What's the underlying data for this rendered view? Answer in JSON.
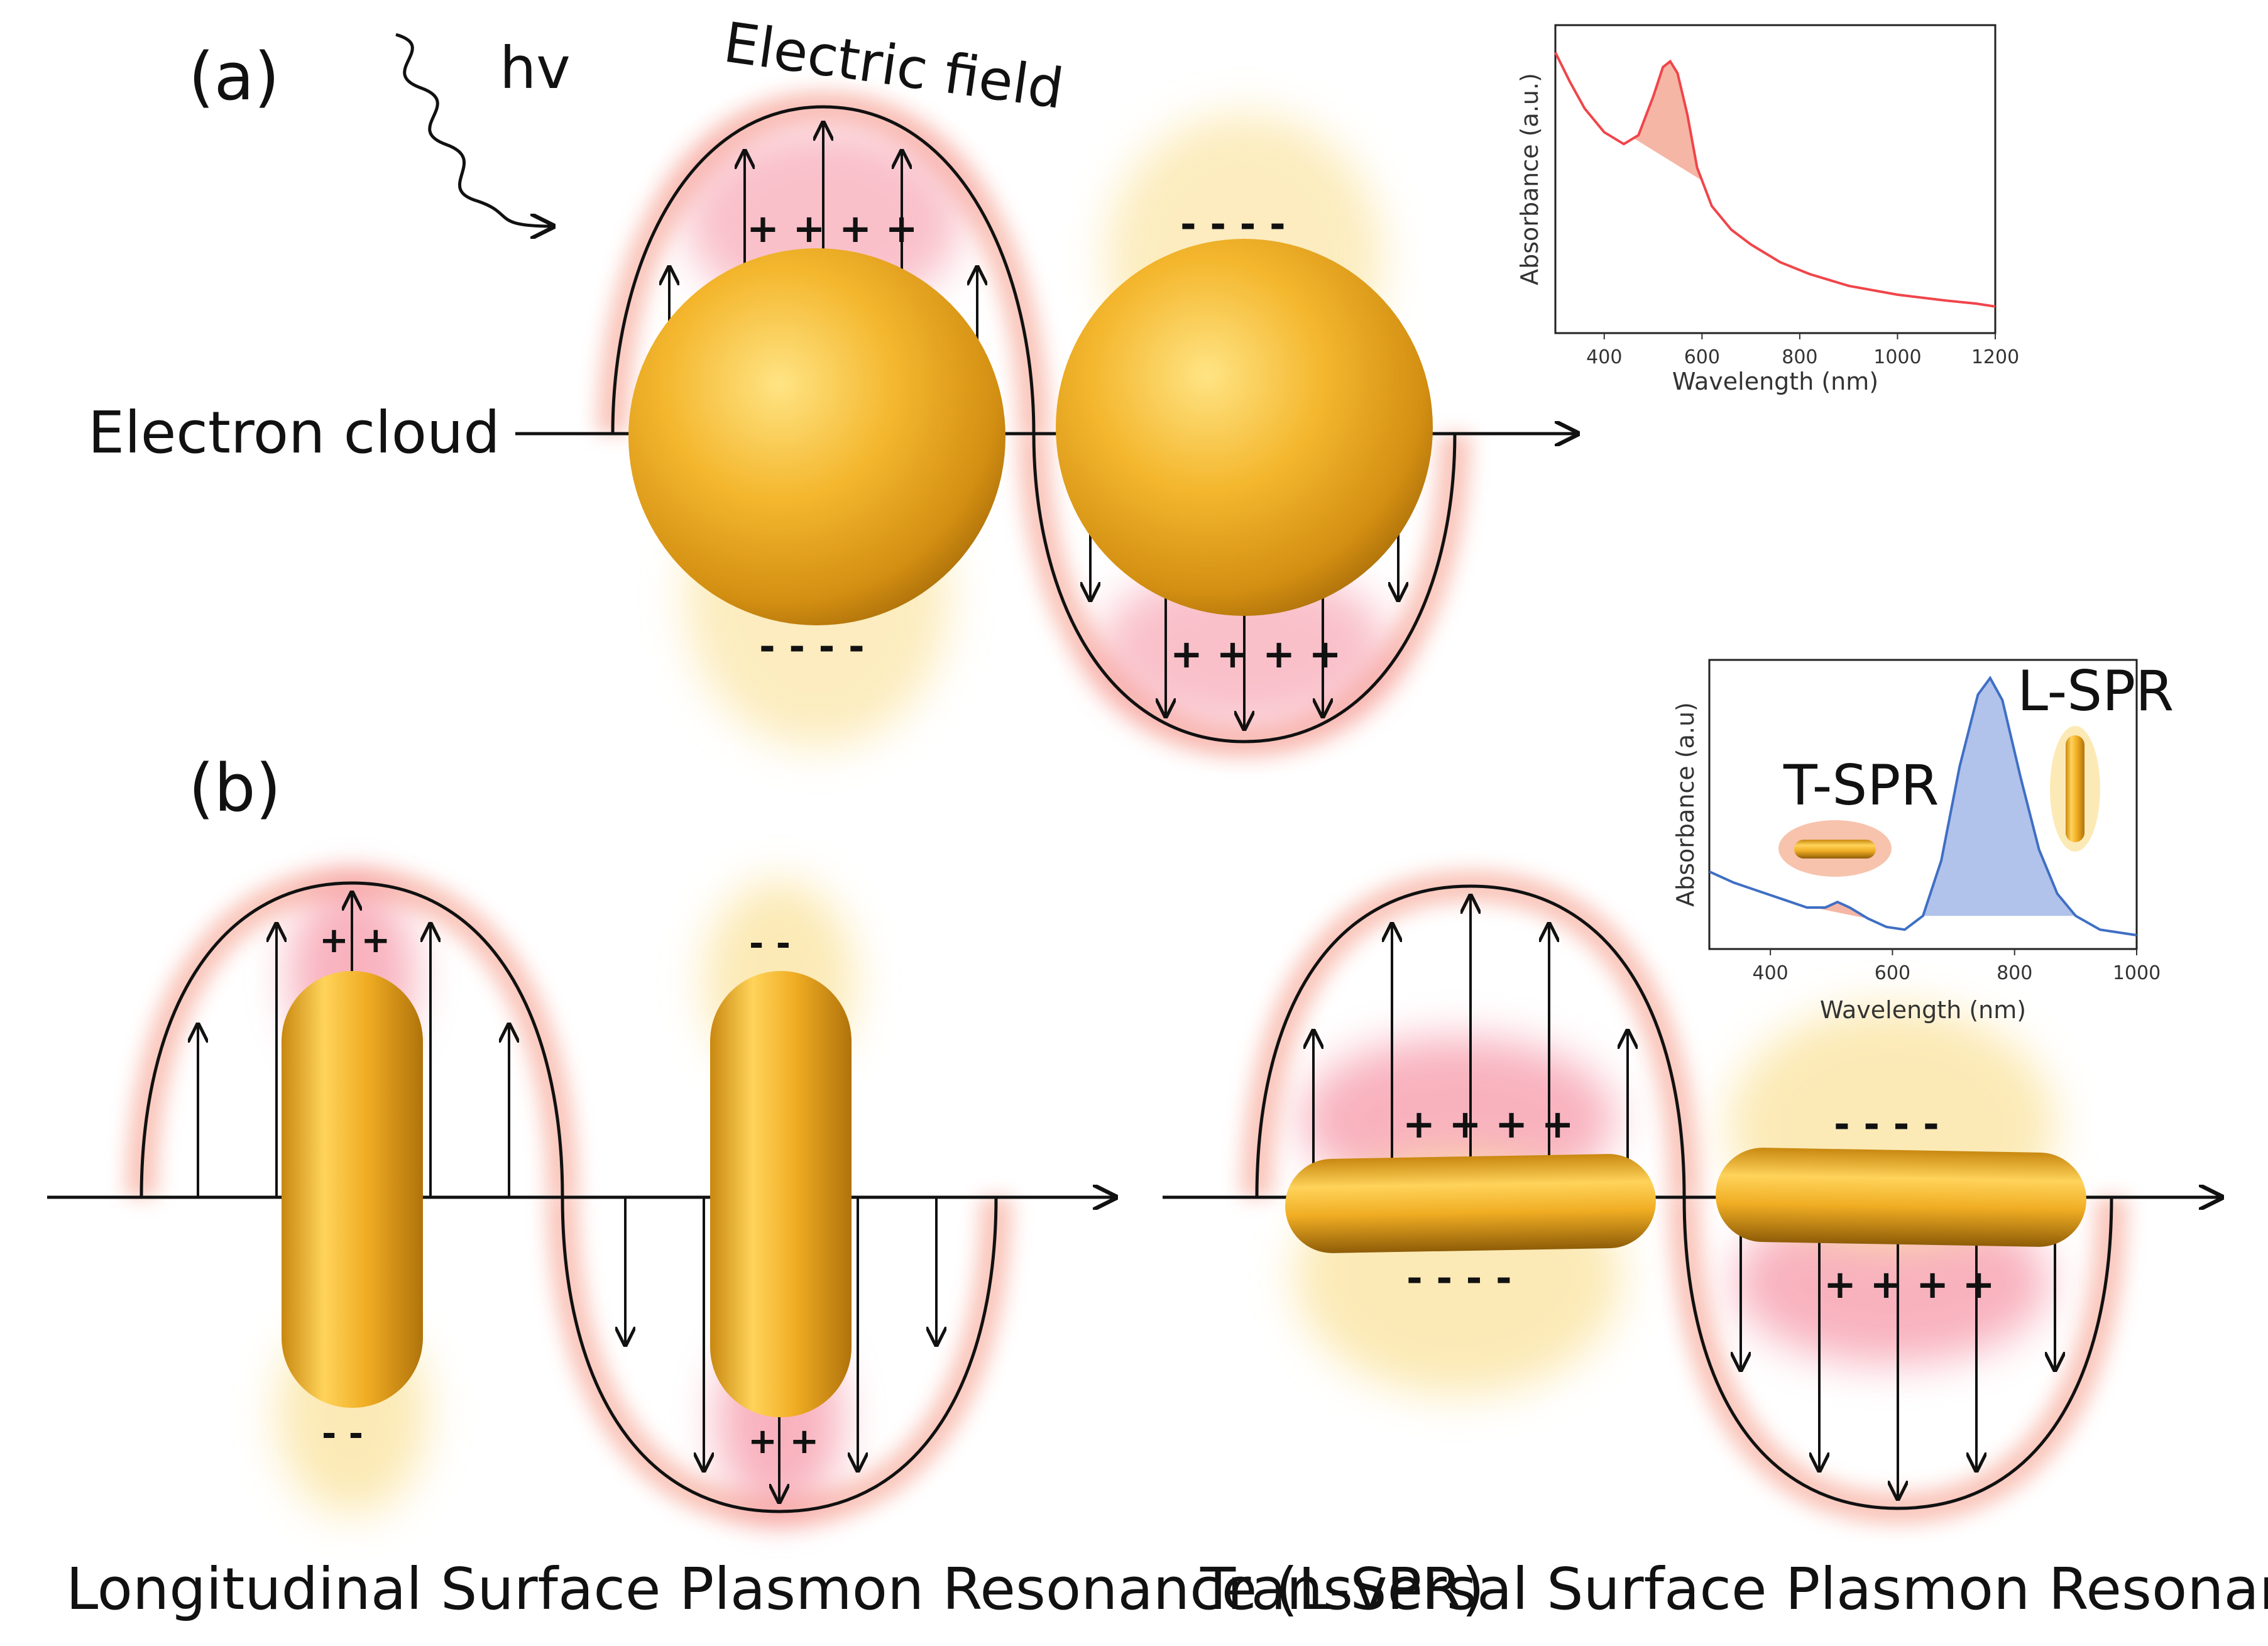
{
  "panel_a": {
    "panel_label": "(a)",
    "photon_label": "hv",
    "electric_field_label": "Electric field",
    "electron_cloud_label": "Electron cloud",
    "plus_charges": "+ + + +",
    "minus_charges": "- - - -"
  },
  "panel_b": {
    "panel_label": "(b)",
    "plus_charges_short": "+ +",
    "minus_charges_short": "- -",
    "plus_charges": "+ + + +",
    "minus_charges": "- - - -",
    "longitudinal_caption": "Longitudinal Surface Plasmon Resonance (L-SPR)",
    "transversal_caption": "Transversal Surface Plasmon Resonance (T-SPR)"
  },
  "colors": {
    "gold": "#e2a016",
    "gold_light": "#ffd35a",
    "glow_red": "#f07c6e",
    "glow_yellow": "#fbe5a4",
    "inset_a_line": "#f0454a",
    "inset_b_line": "#3f6fc4",
    "inset_b_fill": "#9db3e6"
  },
  "chart_data": [
    {
      "type": "line",
      "xlabel": "Wavelength (nm)",
      "ylabel": "Absorbance (a.u.)",
      "xlim": [
        300,
        1200
      ],
      "xticks": [
        400,
        600,
        800,
        1000,
        1200
      ],
      "series": [
        {
          "x": [
            300,
            330,
            360,
            400,
            440,
            470,
            500,
            520,
            535,
            550,
            570,
            590,
            620,
            660,
            700,
            760,
            820,
            900,
            1000,
            1100,
            1160,
            1200
          ],
          "y": [
            0.95,
            0.85,
            0.76,
            0.68,
            0.64,
            0.67,
            0.8,
            0.9,
            0.92,
            0.88,
            0.74,
            0.56,
            0.43,
            0.35,
            0.3,
            0.24,
            0.2,
            0.16,
            0.13,
            0.11,
            0.1,
            0.09
          ]
        }
      ],
      "highlight_range": [
        460,
        600
      ]
    },
    {
      "type": "line",
      "xlabel": "Wavelength (nm)",
      "ylabel": "Absorbance (a.u)",
      "xlim": [
        300,
        1000
      ],
      "xticks": [
        400,
        600,
        800,
        1000
      ],
      "annotations": [
        "T-SPR",
        "L-SPR"
      ],
      "series": [
        {
          "x": [
            300,
            340,
            380,
            420,
            460,
            490,
            510,
            530,
            560,
            590,
            620,
            650,
            680,
            710,
            740,
            760,
            780,
            810,
            840,
            870,
            900,
            940,
            1000
          ],
          "y": [
            0.28,
            0.24,
            0.21,
            0.18,
            0.15,
            0.15,
            0.17,
            0.15,
            0.11,
            0.08,
            0.07,
            0.12,
            0.32,
            0.66,
            0.92,
            0.98,
            0.9,
            0.62,
            0.36,
            0.2,
            0.12,
            0.07,
            0.05
          ]
        }
      ],
      "highlight_ranges": [
        [
          470,
          560
        ],
        [
          650,
          900
        ]
      ]
    }
  ]
}
